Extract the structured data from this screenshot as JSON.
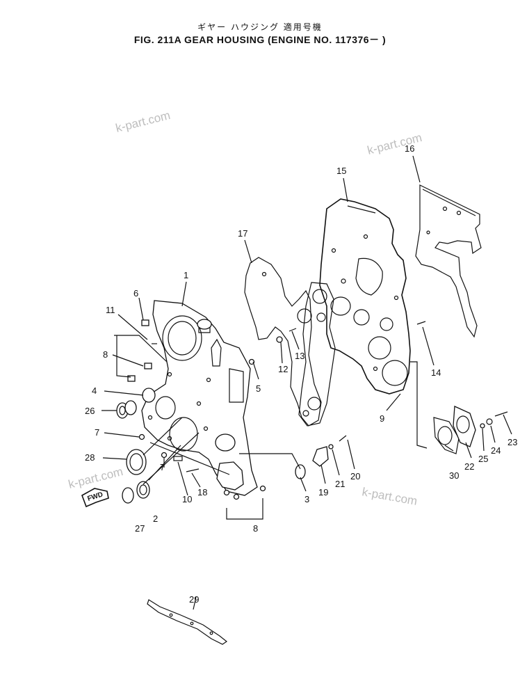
{
  "title": {
    "japanese": "ギヤー ハウジング 適用号機",
    "english": "FIG. 211A   GEAR HOUSING (ENGINE NO. 117376－ )"
  },
  "watermark": "k-part.com",
  "fwd_label": "FWD",
  "part_numbers": [
    "1",
    "2",
    "3",
    "4",
    "5",
    "6",
    "7",
    "7",
    "8",
    "8",
    "9",
    "10",
    "11",
    "12",
    "13",
    "14",
    "15",
    "16",
    "17",
    "18",
    "19",
    "20",
    "21",
    "22",
    "23",
    "24",
    "25",
    "26",
    "27",
    "28",
    "29",
    "30"
  ]
}
